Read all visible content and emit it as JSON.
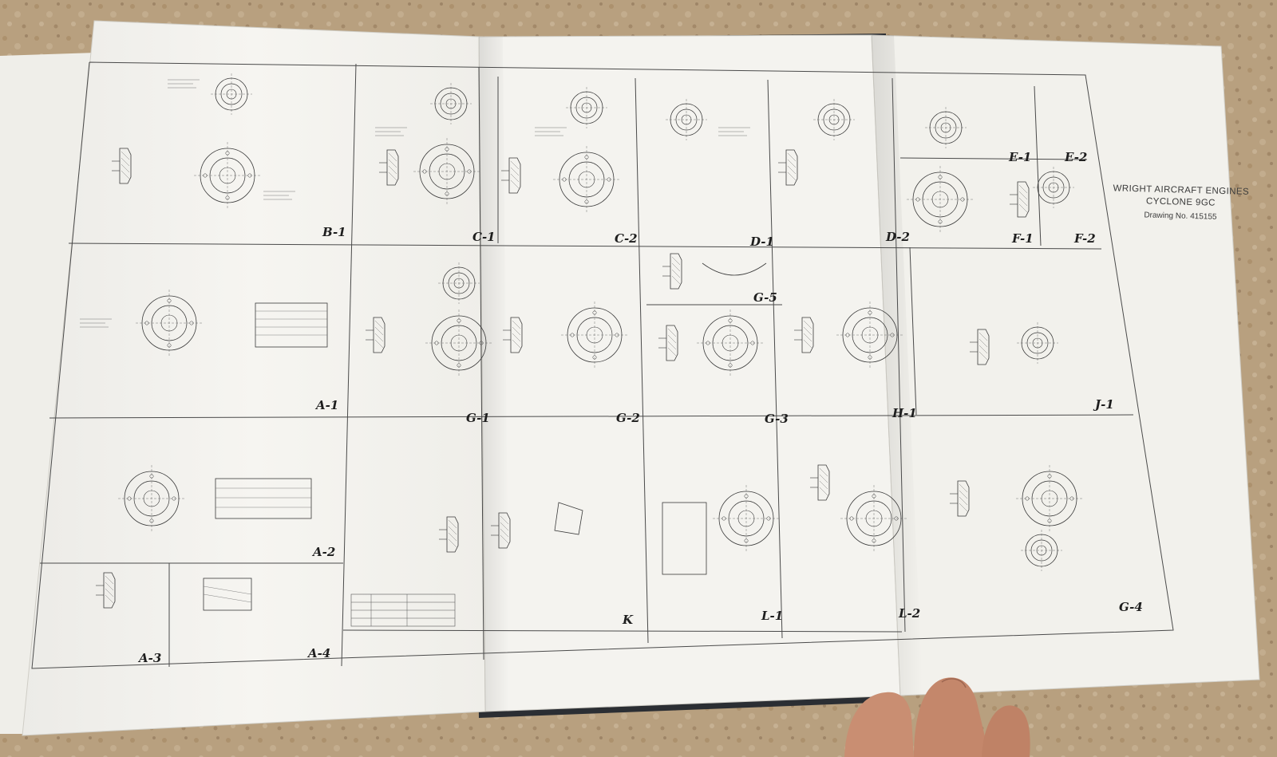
{
  "title_block": {
    "line1": "WRIGHT AIRCRAFT ENGINES",
    "line2": "CYCLONE 9GC",
    "line3": "Drawing No. 415155"
  },
  "panel_labels": [
    "B-1",
    "C-1",
    "C-2",
    "D-1",
    "D-2",
    "E-1",
    "E-2",
    "F-1",
    "F-2",
    "A-1",
    "G-1",
    "G-2",
    "G-5",
    "G-3",
    "H-1",
    "J-1",
    "A-2",
    "K",
    "L-1",
    "L-2",
    "G-4",
    "A-3",
    "A-4"
  ],
  "colors": {
    "counter": "#b89f7e",
    "paper": "#f3f1ec",
    "ink": "#2a2a2a",
    "binder": "#2b2e33",
    "skin": "#c98e72"
  }
}
